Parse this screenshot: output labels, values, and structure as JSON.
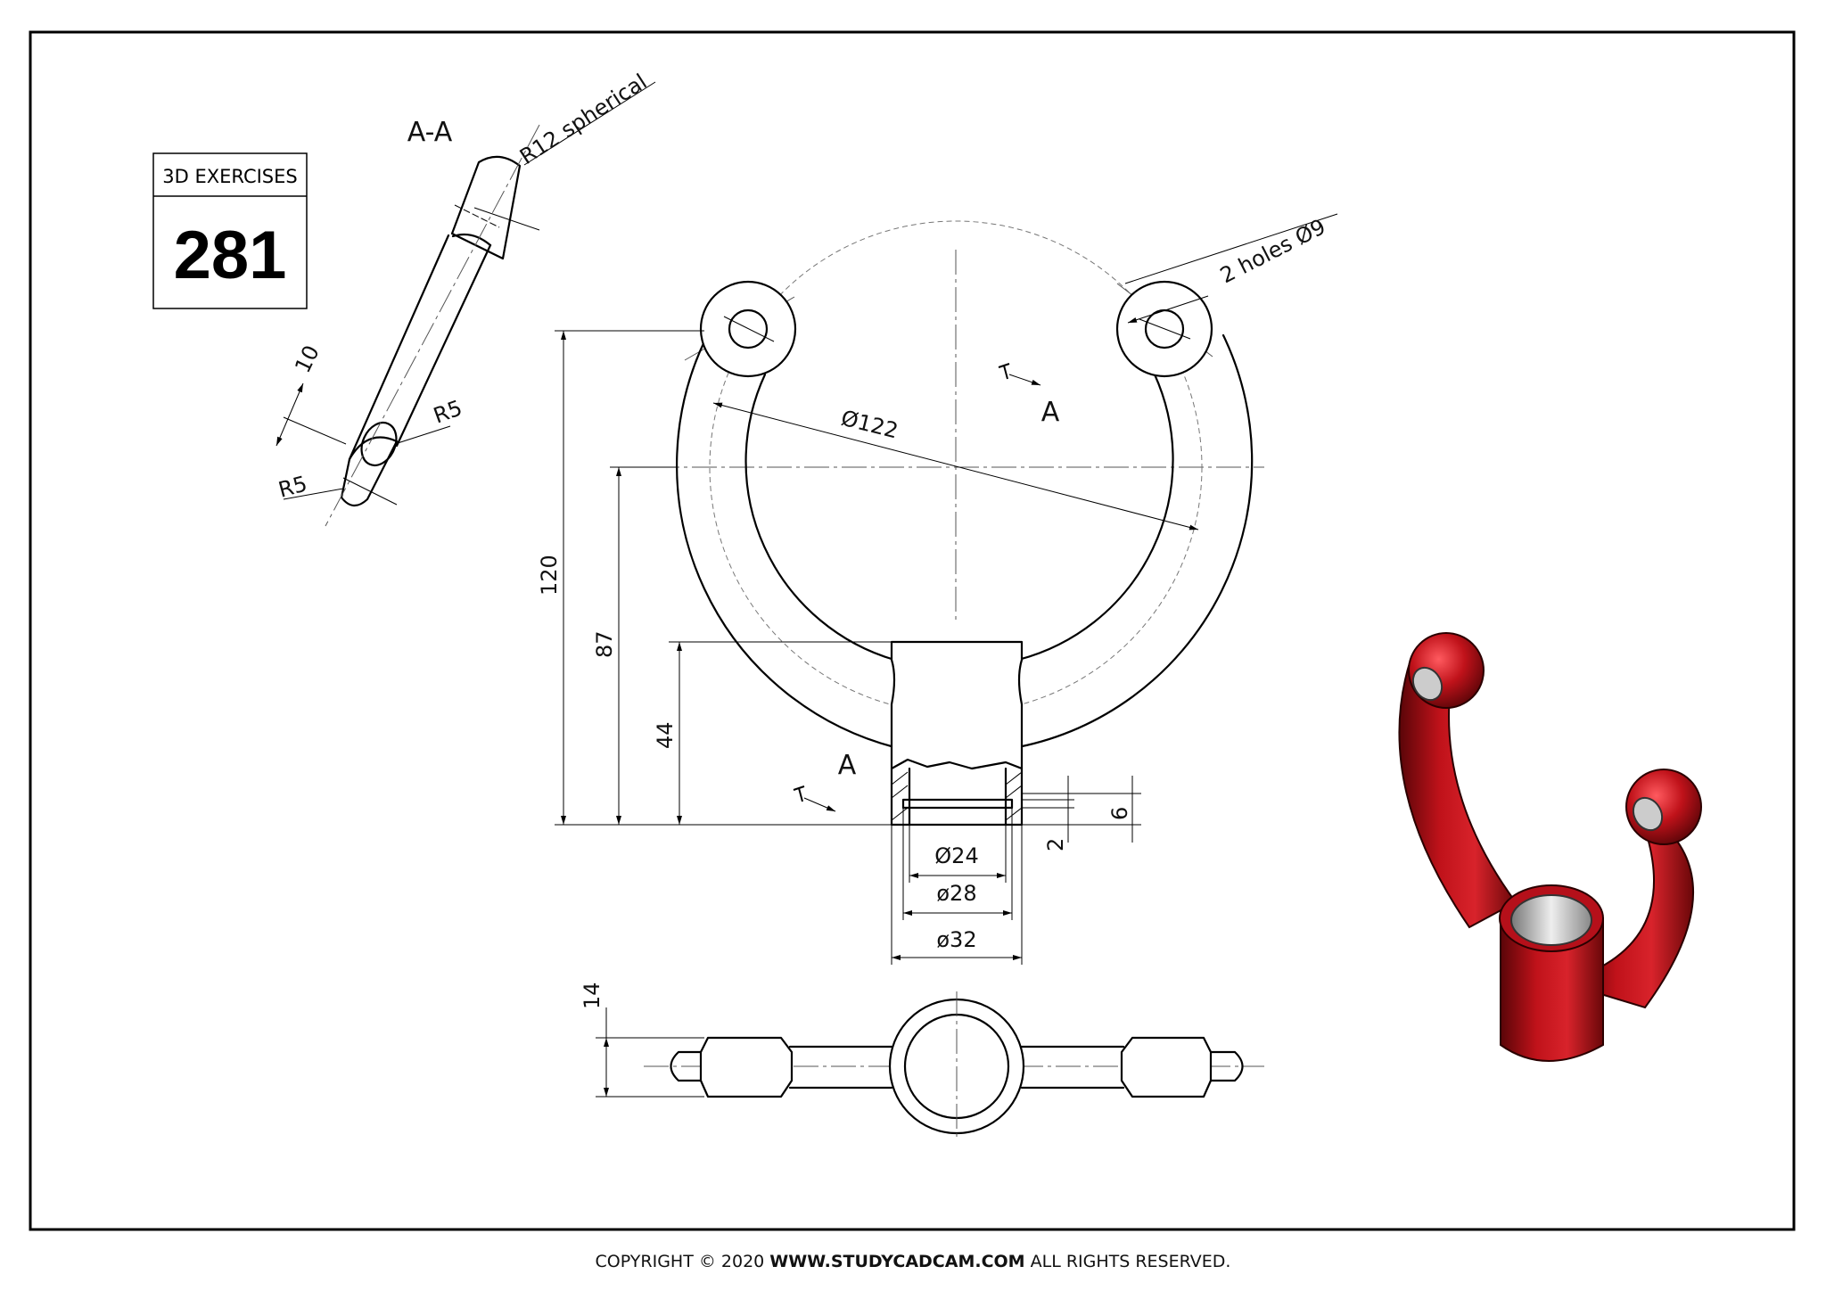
{
  "title_box": {
    "label": "3D EXERCISES",
    "number": "281"
  },
  "section_label": "A-A",
  "section_marker": "A",
  "dimensions": {
    "sphere": "R12 spherical",
    "holes": "2 holes Ø9",
    "arc_diameter": "Ø122",
    "height_120": "120",
    "height_87": "87",
    "height_44": "44",
    "bore_24": "Ø24",
    "bore_28": "ø28",
    "outer_32": "ø32",
    "groove_2": "2",
    "groove_6": "6",
    "thickness_14": "14",
    "section_10": "10",
    "section_r5_upper": "R5",
    "section_r5_lower": "R5"
  },
  "colors": {
    "render_red": "#c0121a",
    "render_dark": "#5a0508",
    "line": "#000000"
  },
  "footer": {
    "prefix": "COPYRIGHT © 2020 ",
    "site": "WWW.STUDYCADCAM.COM",
    "suffix": " ALL RIGHTS RESERVED."
  }
}
